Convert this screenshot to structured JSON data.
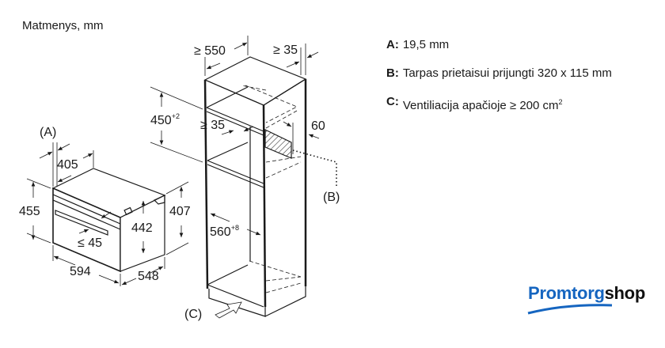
{
  "title": "Matmenys, mm",
  "notes": [
    {
      "key": "A:",
      "text": "19,5 mm"
    },
    {
      "key": "B:",
      "text": "Tarpas prietaisui prijungti 320 x 115 mm"
    },
    {
      "key": "C:",
      "text": "Ventiliacija apačioje ≥ 200 cm",
      "sup": "2"
    }
  ],
  "oven": {
    "label_a": "(A)",
    "depth_panel": "405",
    "height": "455",
    "inner_height": "442",
    "side_height": "407",
    "handle": "≤ 45",
    "width": "594",
    "depth": "548"
  },
  "cabinet": {
    "depth": "≥ 550",
    "back_gap": "≥ 35",
    "niche_height": "450",
    "niche_height_tol": "+2",
    "shelf_gap": "≥ 35",
    "vent_height": "60",
    "niche_width": "560",
    "niche_width_tol": "+8",
    "label_b": "(B)",
    "label_c": "(C)"
  },
  "logo": {
    "part1": "Promtorg",
    "part2": "shop"
  },
  "colors": {
    "logo_blue": "#1565c0",
    "line": "#1a1a1a"
  }
}
